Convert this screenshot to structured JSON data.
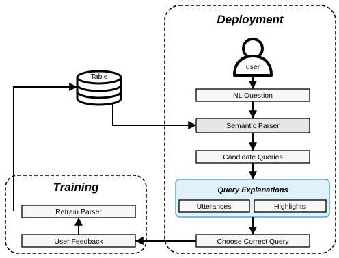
{
  "deployment": {
    "title": "Deployment"
  },
  "training": {
    "title": "Training"
  },
  "user": {
    "label": "user"
  },
  "table": {
    "label": "Table"
  },
  "nodes": {
    "nl_question": "NL Question",
    "semantic_parser": "Semantic Parser",
    "candidate_queries": "Candidate Queries",
    "choose_correct_query": "Choose Correct Query",
    "retrain_parser": "Retrain Parser",
    "user_feedback": "User Feedback"
  },
  "query_explanations": {
    "title": "Query Explanations",
    "utterances": "Utterances",
    "highlights": "Highlights"
  },
  "colors": {
    "parser_fill": "#e6e6e6",
    "explanations_fill": "#dff1fb",
    "explanations_border": "#5aa5cf",
    "box_fill": "#f7f7f7"
  }
}
